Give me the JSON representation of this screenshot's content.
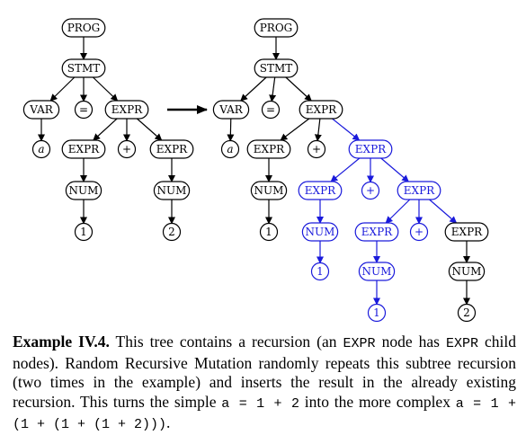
{
  "colors": {
    "base": "#000000",
    "inserted": "#1a1adb"
  },
  "transform_arrow": "arrow-right-icon",
  "left_tree": {
    "prog": "PROG",
    "stmt": "STMT",
    "var": "VAR",
    "eq": "=",
    "expr": "EXPR",
    "a": "a",
    "expr_left": "EXPR",
    "plus": "+",
    "expr_right": "EXPR",
    "num_left": "NUM",
    "num_right": "NUM",
    "one": "1",
    "two": "2"
  },
  "right_tree": {
    "prog": "PROG",
    "stmt": "STMT",
    "var": "VAR",
    "eq": "=",
    "expr": "EXPR",
    "a": "a",
    "expr_left": "EXPR",
    "plus": "+",
    "num_left": "NUM",
    "one": "1",
    "r1_expr": "EXPR",
    "r1_left": "EXPR",
    "r1_plus": "+",
    "r1_num": "NUM",
    "r1_one": "1",
    "r2_expr": "EXPR",
    "r2_left": "EXPR",
    "r2_plus": "+",
    "r2_num": "NUM",
    "r2_one": "1",
    "orig_right": "EXPR",
    "orig_num": "NUM",
    "orig_two": "2"
  },
  "caption": {
    "lead": "Example IV.4.",
    "t1": " This tree contains a recursion (an ",
    "c1": "EXPR",
    "t2": " node has ",
    "c2": "EXPR",
    "t3": " child nodes). Random Recursive Mutation randomly repeats this subtree recursion (two times in the example) and inserts the result in the already existing recursion. This turns the simple ",
    "c3": "a = 1 + 2",
    "t4": " into the more complex ",
    "c4": "a = 1 + (1 + (1 + (1 + 2)))",
    "t5": "."
  }
}
